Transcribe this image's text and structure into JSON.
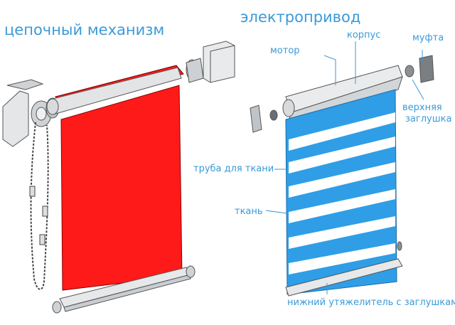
{
  "titles": {
    "left": "цепочный механизм",
    "right": "электропривод"
  },
  "labels": {
    "body": "корпус",
    "clutch": "муфта",
    "motor": "мотор",
    "top_cap_line1": "верхняя",
    "top_cap_line2": "заглушка",
    "fabric_tube": "труба для ткани",
    "fabric": "ткань",
    "bottom_weight": "нижний утяжелитель с заглушками"
  },
  "colors": {
    "label_text": "#3a9ad9",
    "red_fabric": "#ff1a1a",
    "blue_fabric": "#2f9ee6",
    "white_stripe": "#ffffff",
    "line_art": "#555555"
  },
  "icons": [
    "chain-icon",
    "bracket-icon",
    "cap-icon"
  ]
}
